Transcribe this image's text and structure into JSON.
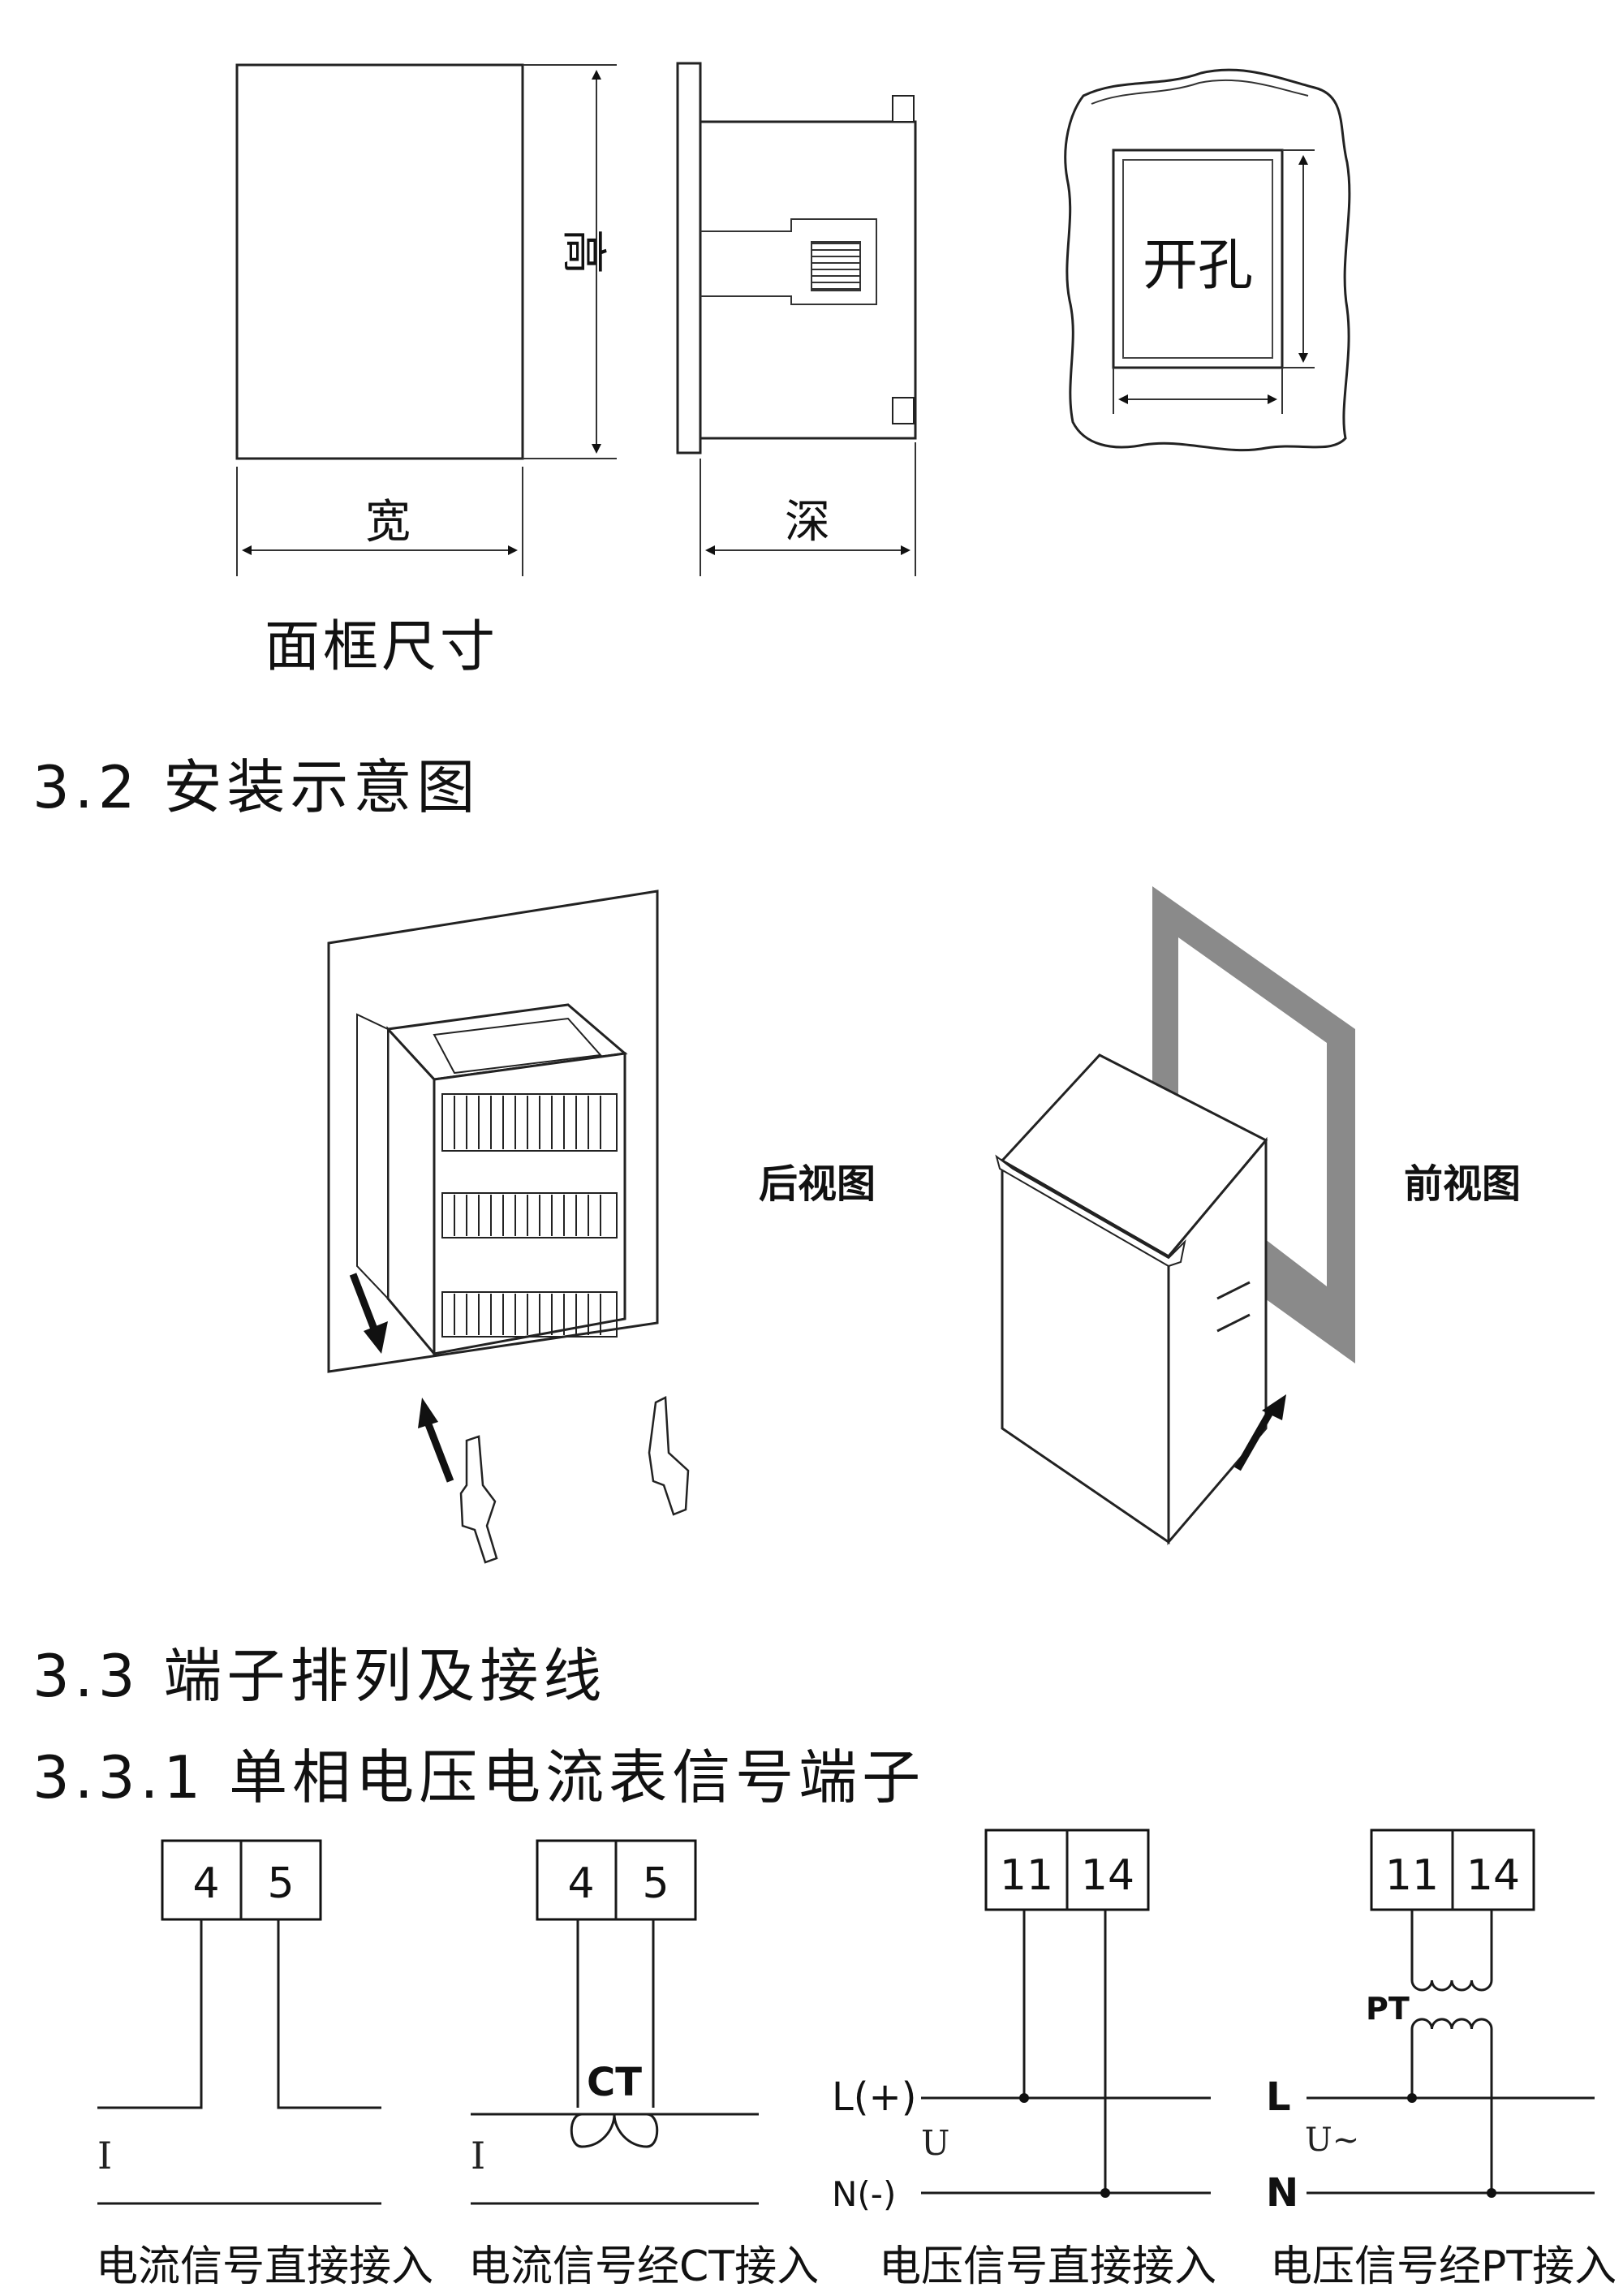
{
  "panel": {
    "width_label": "宽",
    "height_label": "高",
    "depth_label": "深",
    "cutout_label": "开孔",
    "caption": "面框尺寸"
  },
  "section_3_2": {
    "heading": "3.2 安装示意图",
    "rear_view_label": "后视图",
    "front_view_label": "前视图"
  },
  "section_3_3": {
    "heading": "3.3 端子排列及接线",
    "sub_heading": "3.3.1 单相电压电流表信号端子"
  },
  "wiring": {
    "current_direct": {
      "terminals": [
        "4",
        "5"
      ],
      "signal_label": "I",
      "caption": "电流信号直接接入"
    },
    "current_ct": {
      "terminals": [
        "4",
        "5"
      ],
      "ct_label": "CT",
      "signal_label": "I",
      "caption": "电流信号经CT接入"
    },
    "voltage_direct": {
      "terminals": [
        "11",
        "14"
      ],
      "line_label": "L(+)",
      "neutral_label": "N(-)",
      "signal_label": "U",
      "caption": "电压信号直接接入"
    },
    "voltage_pt": {
      "terminals": [
        "11",
        "14"
      ],
      "pt_label": "PT",
      "line_label": "L",
      "neutral_label": "N",
      "signal_label": "U~",
      "caption": "电压信号经PT接入"
    }
  }
}
